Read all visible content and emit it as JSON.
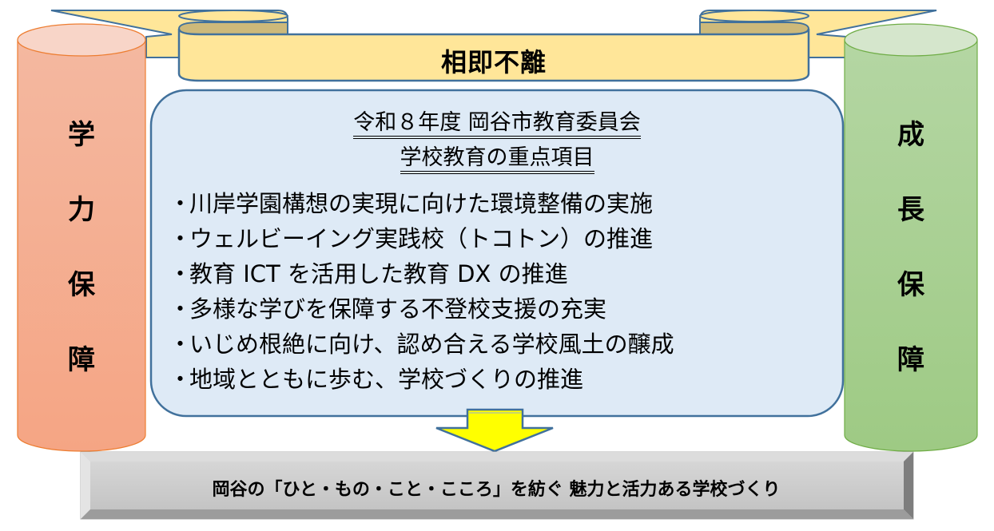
{
  "banner": {
    "title": "相即不離"
  },
  "left_pillar": {
    "chars": [
      "学",
      "力",
      "保",
      "障"
    ],
    "label": "学力保障",
    "fill_top": "#F8D5C8",
    "fill_body": "#F5A98A",
    "stroke": "#ED7D31"
  },
  "right_pillar": {
    "chars": [
      "成",
      "長",
      "保",
      "障"
    ],
    "label": "成長保障",
    "fill_top": "#D5E6CC",
    "fill_body": "#A6CF8E",
    "stroke": "#70AD47"
  },
  "center": {
    "heading_line1": "令和８年度  岡谷市教育委員会",
    "heading_line2": "学校教育の重点項目",
    "bullet": "・",
    "items": [
      "川岸学園構想の実現に向けた環境整備の実施",
      "ウェルビーイング実践校（トコトン）の推進",
      "教育 ICT を活用した教育 DX の推進",
      "多様な学びを保障する不登校支援の充実",
      "いじめ根絶に向け、認め合える学校風土の醸成",
      "地域とともに歩む、学校づくりの推進"
    ],
    "fill": "#DEEAF6",
    "stroke": "#41719C"
  },
  "arrow": {
    "fill": "#FFFF00",
    "stroke": "#41719C"
  },
  "bottom": {
    "text": "岡谷の「ひと・もの・こと・こころ」を紡ぐ  魅力と活力ある学校づくり"
  },
  "colors": {
    "ribbon_fill": "#FFE699",
    "ribbon_fold": "#CDB97A",
    "ribbon_stroke": "#41719C",
    "bevel_face": "#CFCFCF"
  }
}
